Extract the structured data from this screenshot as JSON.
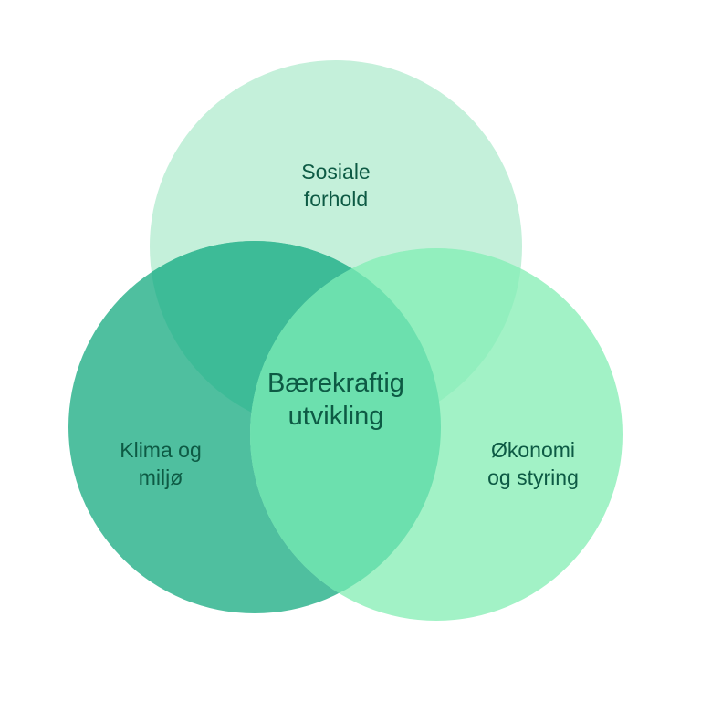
{
  "diagram": {
    "type": "venn-3",
    "colors": {
      "top": "#c4f0da",
      "left": "#4fbf9f",
      "right": "#a2f2c6",
      "overlap_top_left": "#3dbb97",
      "overlap_top_right": "#92efbe",
      "center": "#6ce0ae",
      "text": "#0d5a44"
    },
    "sets": {
      "top": {
        "line1": "Sosiale",
        "line2": "forhold"
      },
      "left": {
        "line1": "Klima og",
        "line2": "miljø"
      },
      "right": {
        "line1": "Økonomi",
        "line2": "og styring"
      }
    },
    "center": {
      "line1": "Bærekraftig",
      "line2": "utvikling"
    }
  }
}
